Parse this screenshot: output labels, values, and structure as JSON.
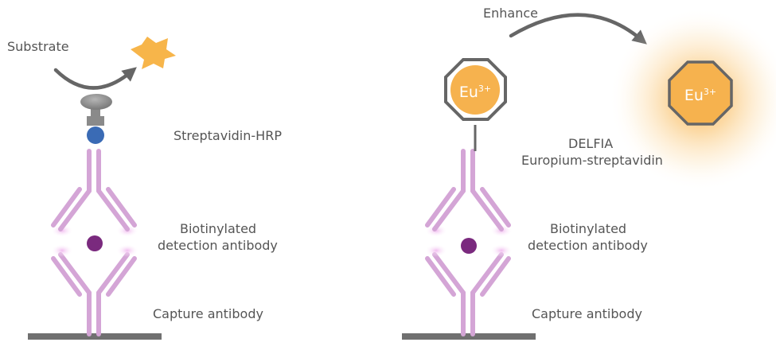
{
  "left_panel": {
    "substrate_label": "Substrate",
    "streptavidin_hrp_label": "Streptavidin-HRP",
    "detection_label_line1": "Biotinylated",
    "detection_label_line2": "detection antibody",
    "capture_label": "Capture antibody"
  },
  "right_panel": {
    "enhance_label": "Enhance",
    "delfia_label_line1": "DELFIA",
    "delfia_label_line2": "Europium-streptavidin",
    "detection_label_line1": "Biotinylated",
    "detection_label_line2": "detection antibody",
    "capture_label": "Capture antibody",
    "europium_symbol": "Eu",
    "europium_charge": "3+"
  },
  "colors": {
    "antibody": "#d4a5d6",
    "antibody_glow": "#f0c8ef",
    "biotin": "#7a2a7e",
    "streptavidin": "#3a6bb5",
    "hrp": "#8a8a8a",
    "substrate_product": "#f7b54a",
    "europium": "#f6b24e",
    "cage": "#666666",
    "arrow": "#666666",
    "surface": "#707070",
    "text": "#555555"
  }
}
